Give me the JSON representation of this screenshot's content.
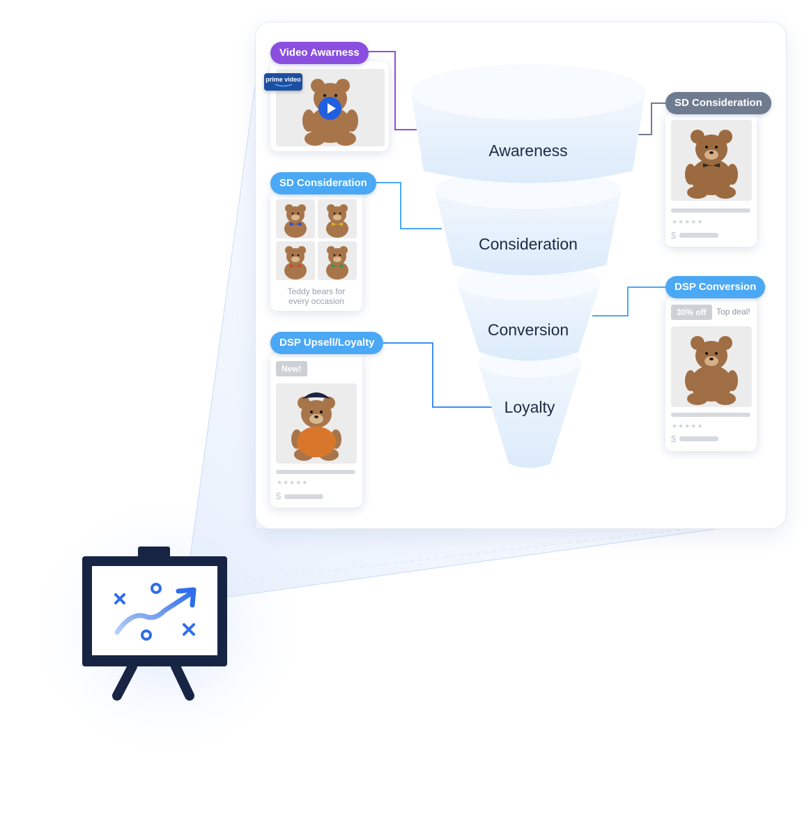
{
  "colors": {
    "purple_accent": "#8b4fe0",
    "blue_accent": "#4aa8f5",
    "gray_accent": "#6f7b8f",
    "navy": "#172444",
    "funnel_fill": "#e3f0fc"
  },
  "funnel": {
    "stages": [
      "Awareness",
      "Consideration",
      "Conversion",
      "Loyalty"
    ]
  },
  "left_cards": {
    "video": {
      "label": "Video Awarness",
      "brand_badge": "prime video",
      "icon": "play-icon"
    },
    "sd": {
      "label": "SD Consideration",
      "caption_line1": "Teddy bears for",
      "caption_line2": "every occasion"
    },
    "dsp_loyalty": {
      "label": "DSP Upsell/Loyalty",
      "tag": "New!",
      "price_symbol": "$"
    }
  },
  "right_cards": {
    "sd": {
      "label": "SD Consideration",
      "price_symbol": "$"
    },
    "dsp_conversion": {
      "label": "DSP Conversion",
      "discount_tag": "30% off",
      "deal_text": "Top deal!",
      "price_symbol": "$"
    }
  },
  "icons": {
    "presentation": "presentation-board-icon",
    "trend": "trend-arrow-icon"
  }
}
